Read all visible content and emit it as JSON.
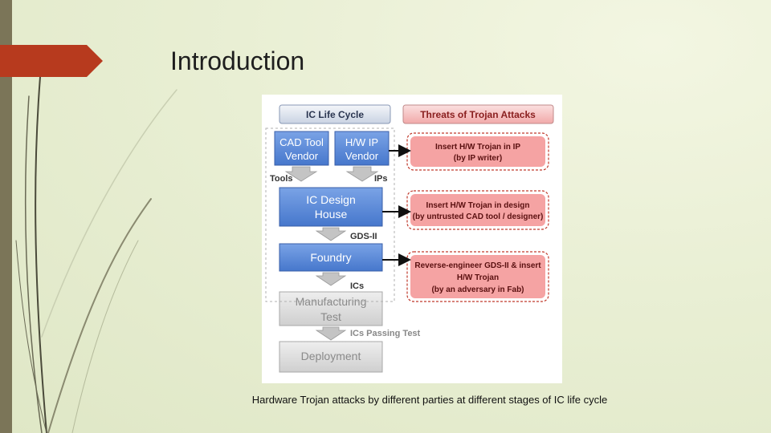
{
  "slide": {
    "title": "Introduction",
    "caption": "Hardware Trojan attacks by different parties at different stages of IC life cycle"
  },
  "diagram": {
    "headers": {
      "left": "IC Life Cycle",
      "right": "Threats of Trojan Attacks"
    },
    "stages": {
      "cad_vendor": [
        "CAD Tool",
        "Vendor"
      ],
      "ip_vendor": [
        "H/W IP",
        "Vendor"
      ],
      "design_house": [
        "IC Design",
        "House"
      ],
      "foundry": [
        "Foundry"
      ],
      "mfg_test": [
        "Manufacturing",
        "Test"
      ],
      "deployment": [
        "Deployment"
      ]
    },
    "flow_labels": {
      "tools": "Tools",
      "ips": "IPs",
      "gds": "GDS-II",
      "ics": "ICs",
      "ics_passing": "ICs Passing Test"
    },
    "threats": [
      {
        "lines": [
          "Insert H/W Trojan in IP",
          "(by IP writer)"
        ]
      },
      {
        "lines": [
          "Insert H/W Trojan in design",
          "(by untrusted CAD tool / designer)"
        ]
      },
      {
        "lines": [
          "Reverse-engineer GDS-II & insert",
          "H/W Trojan",
          "(by an adversary in Fab)"
        ]
      }
    ]
  },
  "colors": {
    "stage_blue": "#5b8ad6",
    "stage_gray": "#d9d9d9",
    "threat_fill": "#f5a3a3",
    "threat_border": "#c0392b",
    "accent_red": "#b73a1e",
    "left_bar": "#7b7558"
  }
}
